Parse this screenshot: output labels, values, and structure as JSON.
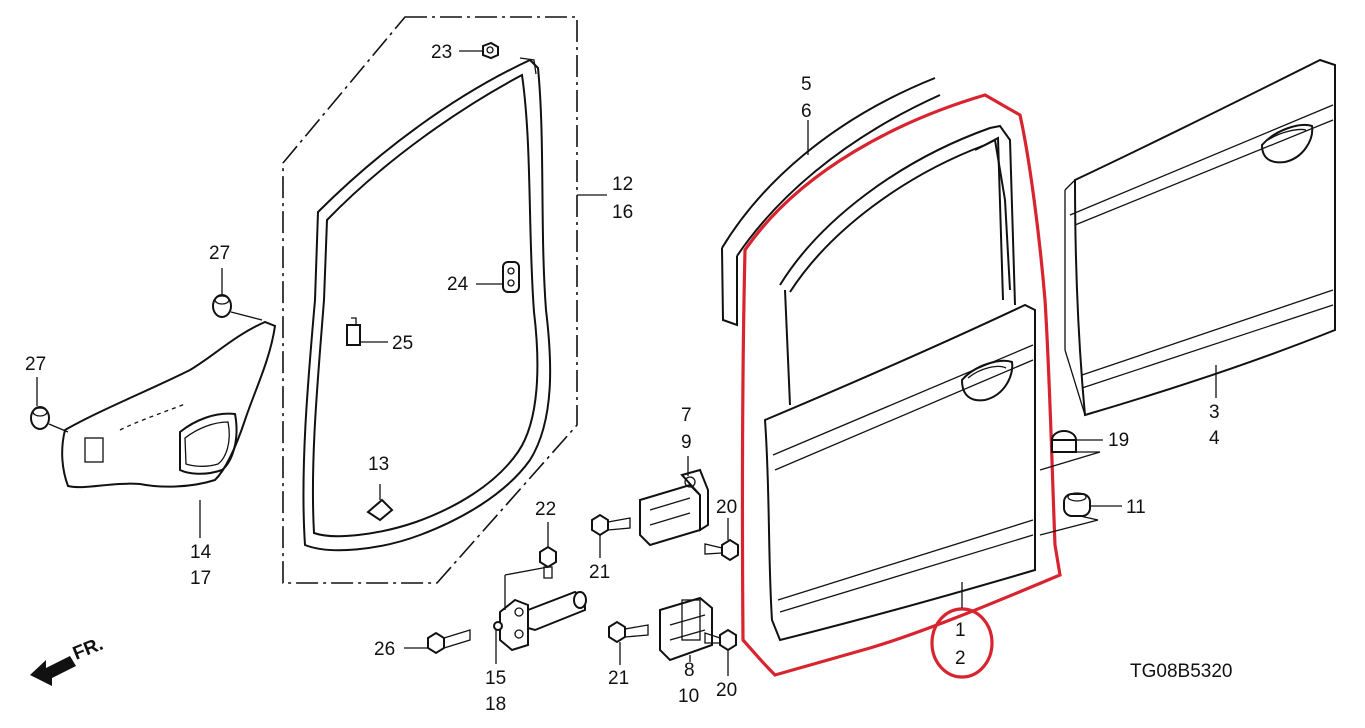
{
  "diagram": {
    "part_numbers": {
      "p1": "1",
      "p2": "2",
      "p3": "3",
      "p4": "4",
      "p5": "5",
      "p6": "6",
      "p7": "7",
      "p8": "8",
      "p9": "9",
      "p10": "10",
      "p11": "11",
      "p12": "12",
      "p13": "13",
      "p14": "14",
      "p15": "15",
      "p16": "16",
      "p17": "17",
      "p18": "18",
      "p19": "19",
      "p20": "20",
      "p21": "21",
      "p22": "22",
      "p23": "23",
      "p24": "24",
      "p25": "25",
      "p26": "26",
      "p27": "27"
    },
    "direction_label": "FR.",
    "diagram_code": "TG08B5320",
    "highlight_color": "#d8242f",
    "line_color": "#111111"
  }
}
